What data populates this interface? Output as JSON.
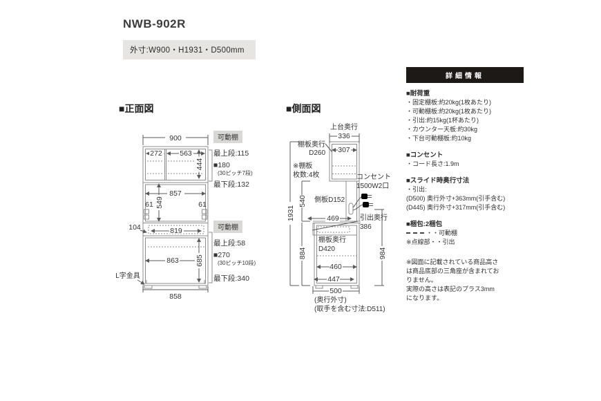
{
  "page": {
    "model": "NWB-902R",
    "outer_dimensions": "外寸:W900・H1931・D500mm"
  },
  "front": {
    "heading": "■正面図",
    "dims": {
      "overall_width": "900",
      "left_width": "272",
      "right_width": "563",
      "upper_height": "444",
      "mid_width": "857",
      "mid_height": "549",
      "hinge_left": "61",
      "hinge_right": "61",
      "drawer_height": "104",
      "drawer_width": "819",
      "lower_width": "863",
      "lower_height": "685",
      "base_width": "858"
    },
    "l_bracket_label": "L字金具",
    "upper_shelf_note": {
      "tag": "可動棚",
      "top": "最上段:115",
      "pitch": "■180",
      "pitch_detail": "(30ピッチ7段)",
      "bottom": "最下段:132"
    },
    "lower_shelf_note": {
      "tag": "可動棚",
      "top": "最上段:58",
      "pitch": "■270",
      "pitch_detail": "(30ピッチ10段)",
      "bottom": "最下段:340"
    }
  },
  "side": {
    "heading": "■側面図",
    "upper_depth_label": "上台奥行",
    "dims": {
      "upper_depth": "336",
      "upper_inner_depth": "307",
      "total_height": "1931",
      "open_height": "540",
      "lower_height": "884",
      "back_height": "984",
      "counter_depth": "469",
      "shelf_mid": "460",
      "shelf_bottom": "447",
      "base_depth": "500"
    },
    "shelf_upper_label1": "棚板奥行",
    "shelf_upper_label2": "D260",
    "shelf_count_note1": "※棚板",
    "shelf_count_note2": "枚数:4枚",
    "outlet_label1": "コンセント",
    "outlet_label2": "1500W2口",
    "side_panel_label": "側板D152",
    "drawer_depth_label1": "引出奥行",
    "drawer_depth_label2": "386",
    "shelf_lower_label1": "棚板奥行",
    "shelf_lower_label2": "D420",
    "depth_note": "(奥行外寸)",
    "handle_note": "(取手を含む寸法:D511)"
  },
  "details": {
    "header": "詳細情報",
    "load": {
      "title": "■耐荷重",
      "items": [
        "・固定棚板:約20kg(1枚あたり)",
        "・可動棚板:約20kg(1枚あたり)",
        "・引出:約15kg(1杯あたり)",
        "・カウンター天板:約30kg",
        "・下台可動棚板:約10kg"
      ]
    },
    "outlet": {
      "title": "■コンセント",
      "items": [
        "・コード長さ:1.9m"
      ]
    },
    "slide": {
      "title": "■スライド時奥行寸法",
      "items": [
        "・引出:",
        "(D500) 奥行外寸+363mm(引手含む)",
        "(D445) 奥行外寸+317mm(引手含む)"
      ]
    },
    "package": {
      "title": "■梱包:2梱包",
      "legend_shelf": "・・可動棚",
      "legend_drawer": "※点線部・・引出"
    },
    "footnote": "※図面に記載されている商品高さ\nは商品底部の三角座が含まれてお\nりません。\n実際の高さは表記のプラス3mm\nになります。"
  }
}
